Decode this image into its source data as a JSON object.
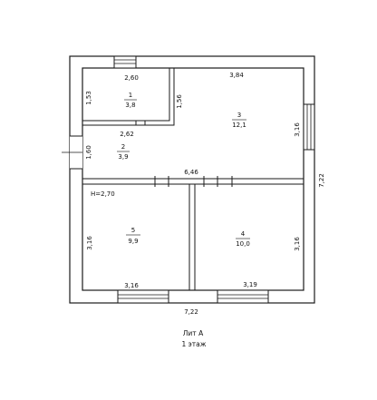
{
  "rooms": [
    {
      "num": "1",
      "area": "3,8"
    },
    {
      "num": "2",
      "area": "3,9"
    },
    {
      "num": "3",
      "area": "12,1"
    },
    {
      "num": "4",
      "area": "10,0"
    },
    {
      "num": "5",
      "area": "9,9"
    }
  ],
  "dims": {
    "room1_width": "2,60",
    "room1_height": "1,53",
    "partition_height": "1,56",
    "room2_width": "2,62",
    "room2_height": "1,60",
    "room3_width": "3,84",
    "room3_height": "3,16",
    "corridor_length": "6,46",
    "room5_width": "3,16",
    "room5_height": "3,16",
    "room4_width": "3,19",
    "room4_height": "3,16",
    "outer_width": "7,22",
    "outer_height": "7,22"
  },
  "ceiling_height": "H=2,70",
  "caption": {
    "letter": "Лит А",
    "floor": "1 этаж"
  }
}
